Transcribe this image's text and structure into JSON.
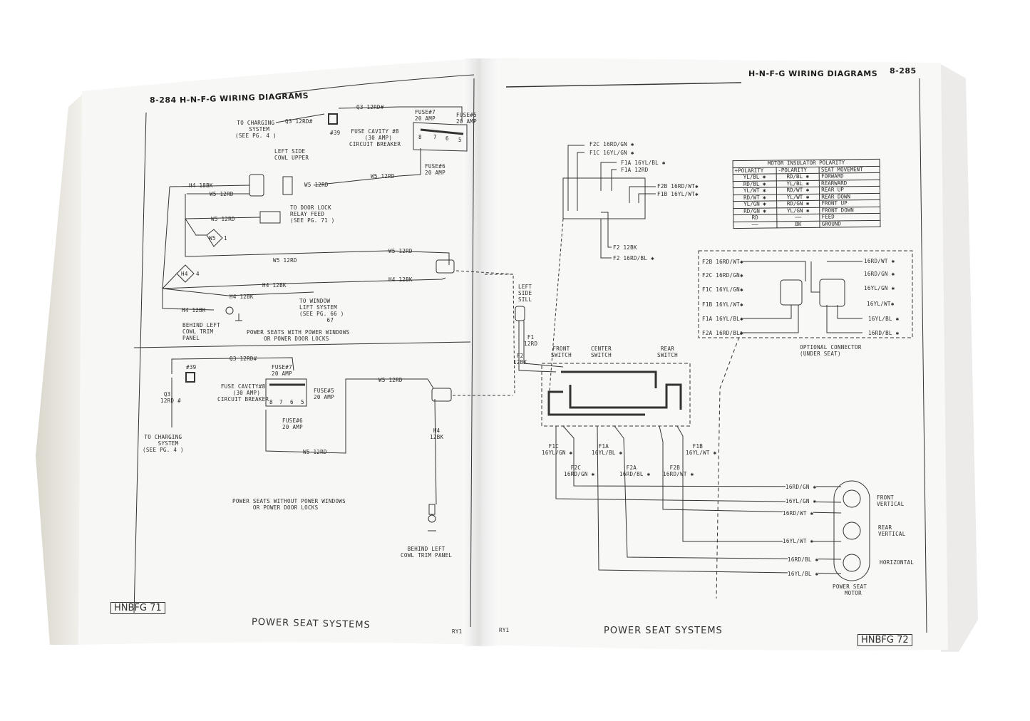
{
  "left_page": {
    "page_number": "8-284",
    "header_title": "H-N-F-G WIRING DIAGRAMS",
    "diagram_with_windows": {
      "to_charging": "TO CHARGING\n  SYSTEM\n(SEE PG. 4 )",
      "q3_wire_a": "Q3 12RD#",
      "q3_wire_b": "Q3 12RD#",
      "splice_39": "#39",
      "fuse_cavity": "FUSE CAVITY #8\n  (30 AMP)\nCIRCUIT BREAKER",
      "fuse7": "FUSE#7\n20 AMP",
      "fuse5": "FUSE#5\n20 AMP",
      "fuse6": "FUSE#6\n20 AMP",
      "fuse_pins": [
        "8",
        "7",
        "6",
        "5"
      ],
      "left_side_cowl": "LEFT SIDE\nCOWL UPPER",
      "w5_a": "W5 12RD",
      "w5_b": "W5 12RD",
      "h4_18bk": "H4 18BK",
      "w5_c": "W5 12RD",
      "w5_d": "W5 12RD",
      "door_lock": "TO DOOR LOCK\nRELAY FEED\n(SEE PG. 71 )",
      "w5_diamond": "W5",
      "w5_diamond_ref": "1",
      "w5_e": "W5 12RD",
      "w5_f": "W5 12RD",
      "h4_diamond": "H4",
      "h4_diamond_ref": "4",
      "h4_a": "H4 12BK",
      "h4_b": "H4 12BK",
      "h4_c": "H4 12BK",
      "window_lift": "TO WINDOW\nLIFT SYSTEM\n(SEE PG. 66 )\n        67",
      "h4_d": "H4 12BK",
      "behind_cowl": "BEHIND LEFT\nCOWL TRIM\nPANEL",
      "caption": "POWER SEATS WITH POWER WINDOWS\n     OR POWER DOOR LOCKS"
    },
    "diagram_without_windows": {
      "q3_wire": "Q3 12RD#",
      "splice_39": "#39",
      "fuse7": "FUSE#7\n20 AMP",
      "fuse_cavity": "FUSE CAVITY#8\n  (30 AMP)\nCIRCUIT BREAKER",
      "fuse5": "FUSE#5\n20 AMP",
      "fuse6": "FUSE#6\n20 AMP",
      "fuse_pins": [
        "8",
        "7",
        "6",
        "5"
      ],
      "q3_vertical": " Q3\n12RD #",
      "to_charging": "TO CHARGING\n   SYSTEM\n(SEE PG. 4 )",
      "w5_a": "W5 12RD",
      "w5_b": "W5 12RD",
      "h4": " H4\n12BK",
      "caption": "POWER SEATS WITHOUT POWER WINDOWS\n      OR POWER DOOR LOCKS",
      "behind_cowl": "BEHIND LEFT\nCOWL TRIM PANEL"
    },
    "footer_code": "HNBFG 71",
    "footer_title": "POWER SEAT SYSTEMS",
    "footer_ref": "RY1"
  },
  "right_page": {
    "page_number": "8-285",
    "header_title": "H-N-F-G WIRING DIAGRAMS",
    "switch_connector": {
      "f2c": "F2C 16RD/GN ✱",
      "f1c": "F1C 16YL/GN ✱",
      "f1a_bl": "F1A 16YL/BL ✱",
      "f1a_rd": "F1A 12RD",
      "f2b": "F2B 16RD/WT✱",
      "f1b": "F1B 16YL/WT✱",
      "f2_bk": "F2 12BK",
      "f2_bl": "F2 16RD/BL ✱"
    },
    "polarity_table": {
      "title": "MOTOR INSULATOR POLARITY",
      "headers": [
        "+POLARITY",
        "-POLARITY",
        "SEAT MOVEMENT"
      ],
      "rows": [
        [
          "YL/BL ✱",
          "RD/BL ✱",
          "FORWARD"
        ],
        [
          "RD/BL ✱",
          "YL/BL ✱",
          "REARWARD"
        ],
        [
          "YL/WT ✱",
          "RD/WT ✱",
          "REAR UP"
        ],
        [
          "RD/WT ✱",
          "YL/WT ✱",
          "REAR DOWN"
        ],
        [
          "YL/GN ✱",
          "RD/GN ✱",
          "FRONT UP"
        ],
        [
          "RD/GN ✱",
          "YL/GN ✱",
          "FRONT DOWN"
        ],
        [
          "RD",
          "——",
          "FEED"
        ],
        [
          "——",
          "BK",
          "GROUND"
        ]
      ]
    },
    "optional_connector": {
      "left": [
        "F2B 16RD/WT✱",
        "F2C 16RD/GN✱",
        "F1C 16YL/GN✱",
        "F1B 16YL/WT✱",
        "F1A 16YL/BL✱",
        "F2A 16RD/BL✱"
      ],
      "right": [
        "16RD/WT ✱",
        "16RD/GN ✱",
        "16YL/GN ✱",
        "16YL/WT✱",
        "16YL/BL ✱",
        "16RD/BL ✱"
      ],
      "caption": "OPTIONAL CONNECTOR\n(UNDER SEAT)"
    },
    "left_side_sill": "LEFT\nSIDE\nSILL",
    "f1": " F1\n12RD",
    "f2": " F2\n12BK",
    "front_switch": "FRONT\nSWITCH",
    "center_switch": "CENTER\nSWITCH",
    "rear_switch": "REAR\nSWITCH",
    "switch_wires": {
      "f1c": "  F1C\n16YL/GN ✱",
      "f1a": "  F1A\n16YL/BL ✱",
      "f1b": "  F1B\n16YL/WT ✱",
      "f2c": "  F2C\n16RD/GN ✱",
      "f2a": "  F2A\n16RD/BL ✱",
      "f2b": "  F2B\n16RD/WT ✱"
    },
    "motor_wires": [
      "16RD/GN ✱",
      "16YL/GN ✱",
      "16RD/WT ✱",
      "16YL/WT ✱",
      "16RD/BL ✱",
      "16YL/BL ✱"
    ],
    "motor_labels": {
      "front_vertical": "FRONT\nVERTICAL",
      "rear_vertical": "REAR\nVERTICAL",
      "horizontal": "HORIZONTAL",
      "power_seat_motor": "POWER SEAT\n  MOTOR"
    },
    "footer_ref": "RY1",
    "footer_title": "POWER SEAT SYSTEMS",
    "footer_code": "HNBFG 72"
  }
}
